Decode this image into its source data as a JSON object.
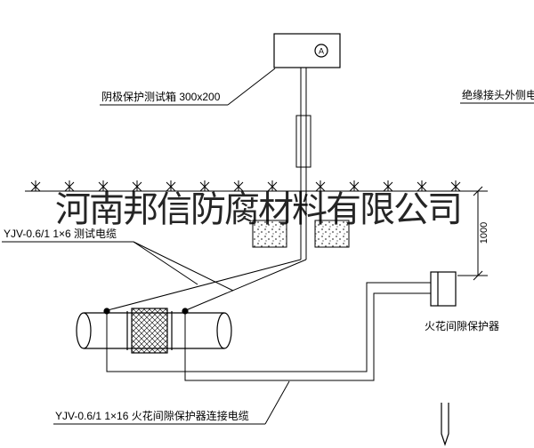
{
  "watermark": "河南邦信防腐材料有限公司",
  "diagram": {
    "labels": {
      "test_box": "阴极保护测试箱 300x200",
      "outer_cable": "绝缘接头外侧电缆",
      "test_cable": "YJV-0.6/1 1×6  测试电缆",
      "protector": "火花间隙保护器",
      "protector_cable": "YJV-0.6/1 1×16  火花间隙保护器连接电缆",
      "ammeter": "A",
      "dimension": "1000"
    },
    "colors": {
      "line": "#000000",
      "background": "#ffffff",
      "watermark": "#111111"
    }
  }
}
